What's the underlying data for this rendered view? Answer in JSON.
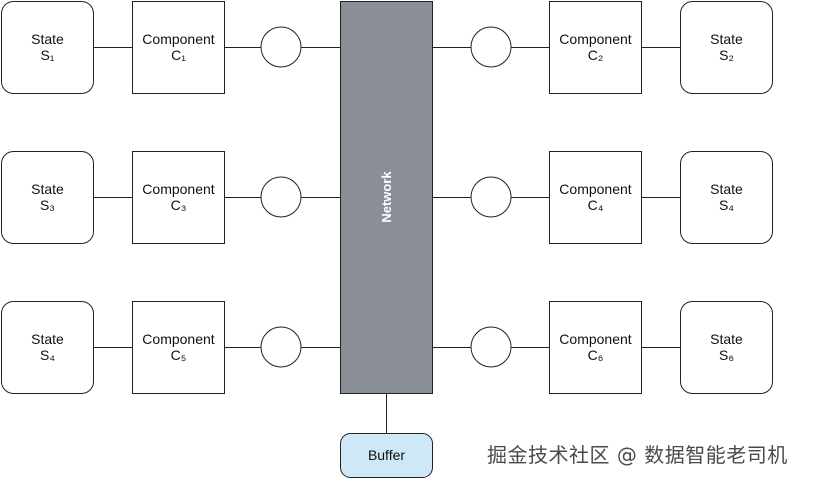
{
  "network": {
    "label": "Network"
  },
  "buffer": {
    "label": "Buffer"
  },
  "rows": [
    {
      "left": {
        "state": [
          "State",
          "S₁"
        ],
        "component": [
          "Component",
          "C₁"
        ]
      },
      "right": {
        "component": [
          "Component",
          "C₂"
        ],
        "state": [
          "State",
          "S₂"
        ]
      }
    },
    {
      "left": {
        "state": [
          "State",
          "S₃"
        ],
        "component": [
          "Component",
          "C₃"
        ]
      },
      "right": {
        "component": [
          "Component",
          "C₄"
        ],
        "state": [
          "State",
          "S₄"
        ]
      }
    },
    {
      "left": {
        "state": [
          "State",
          "S₄"
        ],
        "component": [
          "Component",
          "C₅"
        ]
      },
      "right": {
        "component": [
          "Component",
          "C₆"
        ],
        "state": [
          "State",
          "S₆"
        ]
      }
    }
  ],
  "watermark": "掘金技术社区 @ 数据智能老司机",
  "colors": {
    "network_fill": "#8a8f97",
    "buffer_fill": "#cfe8f7",
    "stroke": "#222222",
    "node_fill": "#ffffff"
  }
}
